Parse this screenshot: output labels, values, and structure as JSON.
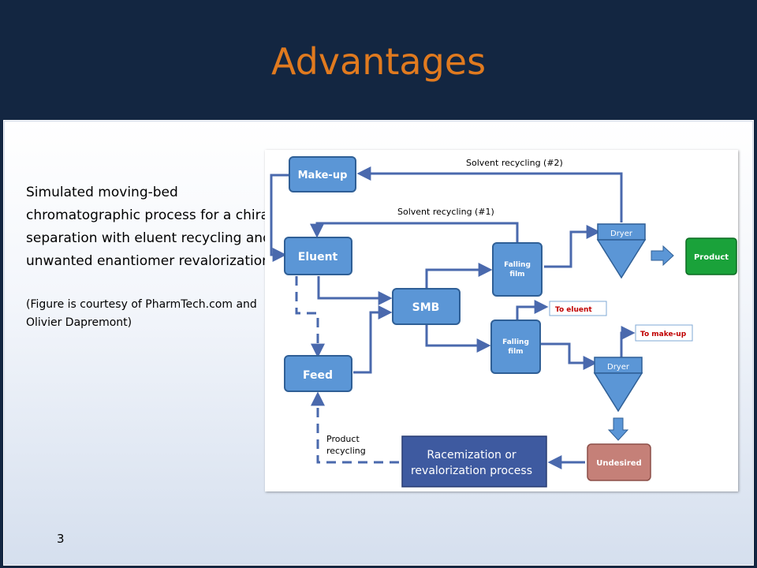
{
  "slide": {
    "title": "Advantages",
    "caption": "Simulated moving-bed chromatographic process for a chiral separation with eluent recycling and unwanted enantiomer revalorization.",
    "credit": "(Figure is courtesy of PharmTech.com and Olivier Dapremont)",
    "page_number": "3"
  },
  "diagram": {
    "nodes": {
      "makeup": "Make-up",
      "eluent": "Eluent",
      "feed": "Feed",
      "smb": "SMB",
      "falling_film_top_line1": "Falling",
      "falling_film_top_line2": "film",
      "falling_film_bottom_line1": "Falling",
      "falling_film_bottom_line2": "film",
      "dryer_top": "Dryer",
      "dryer_bottom": "Dryer",
      "product": "Product",
      "undesired": "Undesired",
      "racemization_line1": "Racemization or",
      "racemization_line2": "revalorization process",
      "to_eluent": "To eluent",
      "to_makeup": "To make-up"
    },
    "labels": {
      "solvent_recycling_2": "Solvent recycling (#2)",
      "solvent_recycling_1": "Solvent recycling (#1)",
      "product_recycling_line1": "Product",
      "product_recycling_line2": "recycling"
    },
    "colors": {
      "box_blue": "#5b96d6",
      "box_blue_border": "#2f5f96",
      "arrow": "#4a69ad",
      "product_green": "#1aa23a",
      "undesired_brown": "#c58078",
      "racemization_dark": "#3e5aa0",
      "callout_red": "#c00000"
    }
  }
}
